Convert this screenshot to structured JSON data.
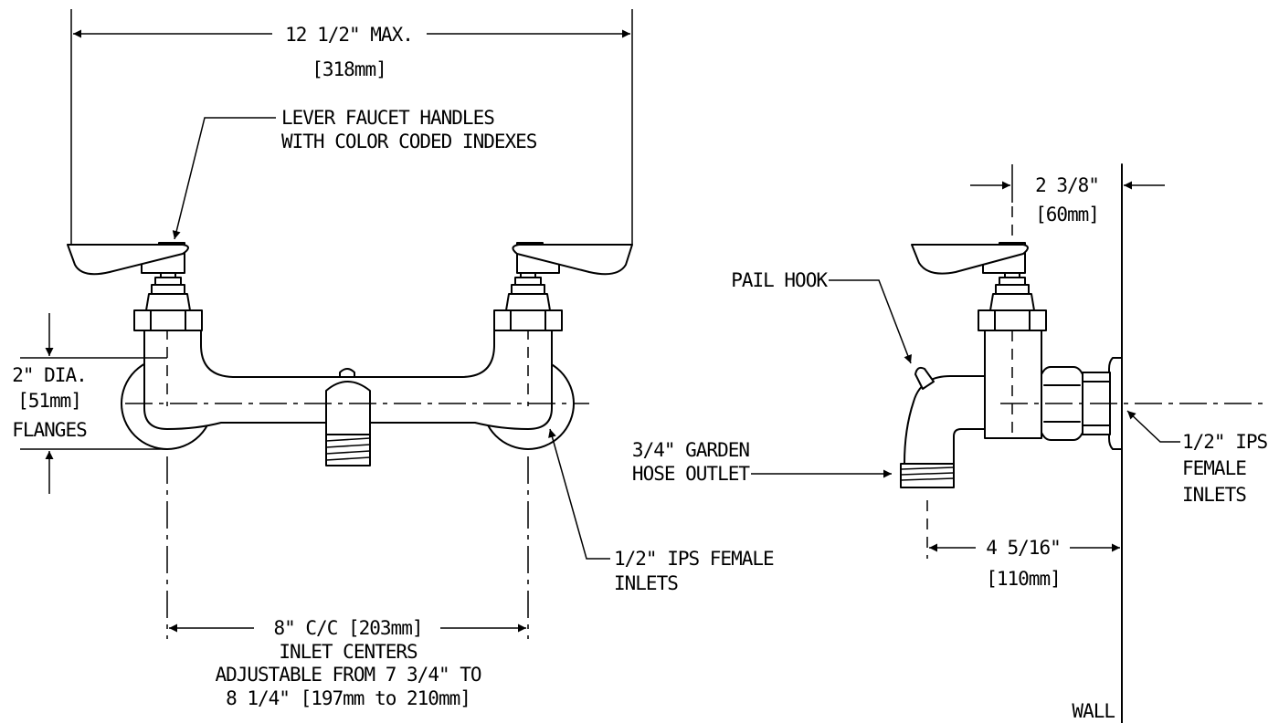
{
  "front_view": {
    "overall_width": "12 1/2\" MAX.",
    "overall_width_metric": "[318mm]",
    "handle_note_line1": "LEVER FAUCET HANDLES",
    "handle_note_line2": "WITH COLOR CODED INDEXES",
    "flange_dia": "2\" DIA.",
    "flange_dia_metric": "[51mm]",
    "flange_label": "FLANGES",
    "inlet_note_line1": "1/2\" IPS FEMALE",
    "inlet_note_line2": "INLETS",
    "centers_line1": "8\" C/C [203mm]",
    "centers_line2": "INLET CENTERS",
    "centers_line3": "ADJUSTABLE FROM 7 3/4\" TO",
    "centers_line4": "8 1/4\" [197mm to 210mm]"
  },
  "side_view": {
    "depth": "2 3/8\"",
    "depth_metric": "[60mm]",
    "pail_hook": "PAIL HOOK",
    "outlet_line1": "3/4\" GARDEN",
    "outlet_line2": "HOSE OUTLET",
    "inlet_line1": "1/2\" IPS",
    "inlet_line2": "FEMALE",
    "inlet_line3": "INLETS",
    "projection": "4 5/16\"",
    "projection_metric": "[110mm]",
    "wall": "WALL"
  }
}
